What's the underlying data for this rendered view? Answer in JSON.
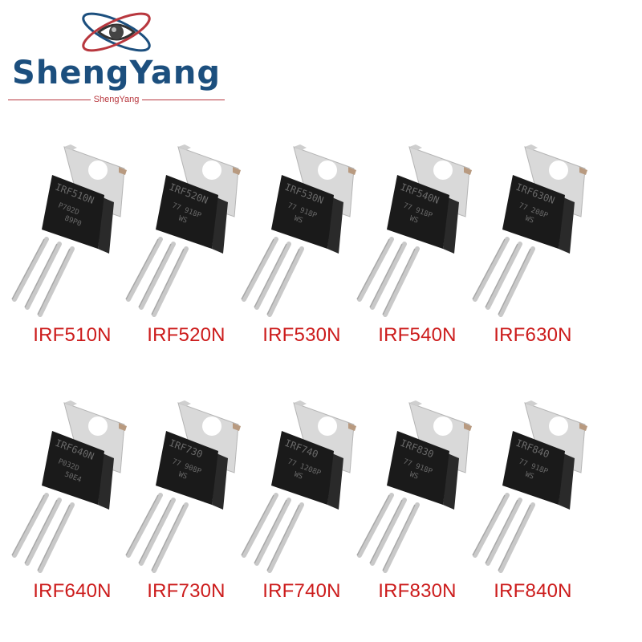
{
  "brand": {
    "name": "ShengYang",
    "subtitle": "ShengYang",
    "colors": {
      "primary": "#1c4f7e",
      "accent": "#b8373e",
      "label": "#cc1b1b"
    },
    "icon": "eye-orbit-logo-icon"
  },
  "products": [
    {
      "label": "IRF510N",
      "marking": {
        "line1": "IRF510N",
        "line2": "P702D",
        "line3": "89P0"
      }
    },
    {
      "label": "IRF520N",
      "marking": {
        "line1": "IRF520N",
        "line2": "77  918P",
        "line3": "WS"
      }
    },
    {
      "label": "IRF530N",
      "marking": {
        "line1": "IRF530N",
        "line2": "77  918P",
        "line3": "WS"
      }
    },
    {
      "label": "IRF540N",
      "marking": {
        "line1": "IRF540N",
        "line2": "77  918P",
        "line3": "WS"
      }
    },
    {
      "label": "IRF630N",
      "marking": {
        "line1": "IRF630N",
        "line2": "77  208P",
        "line3": "WS"
      }
    },
    {
      "label": "IRF640N",
      "marking": {
        "line1": "IRF640N",
        "line2": "P032D",
        "line3": "50E4"
      }
    },
    {
      "label": "IRF730N",
      "marking": {
        "line1": "IRF730",
        "line2": "77  908P",
        "line3": "WS"
      }
    },
    {
      "label": "IRF740N",
      "marking": {
        "line1": "IRF740",
        "line2": "77 1208P",
        "line3": "WS"
      }
    },
    {
      "label": "IRF830N",
      "marking": {
        "line1": "IRF830",
        "line2": "77  918P",
        "line3": "WS"
      }
    },
    {
      "label": "IRF840N",
      "marking": {
        "line1": "IRF840",
        "line2": "77  918P",
        "line3": "WS"
      }
    }
  ]
}
